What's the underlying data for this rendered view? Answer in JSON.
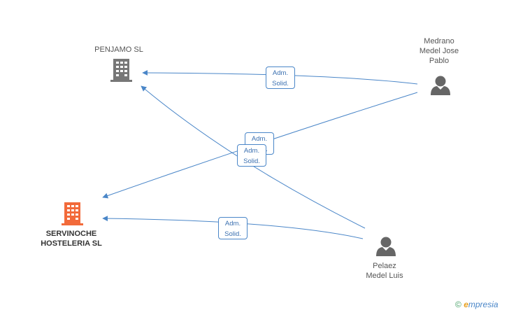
{
  "colors": {
    "edge": "#4a86c8",
    "company_gray": "#777777",
    "company_main": "#f26a3a",
    "person": "#666666"
  },
  "nodes": {
    "penjamo": {
      "label": "PENJAMO  SL",
      "icon": "building-icon"
    },
    "servinoche": {
      "label_line1": "SERVINOCHE",
      "label_line2": "HOSTELERIA SL",
      "icon": "building-icon"
    },
    "medrano": {
      "label_line1": "Medrano",
      "label_line2": "Medel Jose",
      "label_line3": "Pablo",
      "icon": "person-icon"
    },
    "pelaez": {
      "label_line1": "Pelaez",
      "label_line2": "Medel Luis",
      "icon": "person-icon"
    }
  },
  "edge_labels": {
    "medrano_penjamo": {
      "line1": "Adm.",
      "line2": "Solid."
    },
    "medrano_servinoche": {
      "line1": "Adm.",
      "line2": "Solid."
    },
    "pelaez_penjamo": {
      "line1": "Adm.",
      "line2": "Solid."
    },
    "pelaez_servinoche": {
      "line1": "Adm.",
      "line2": "Solid."
    }
  },
  "watermark": {
    "copyright": "©",
    "brand_first": "e",
    "brand_rest": "mpresia"
  }
}
